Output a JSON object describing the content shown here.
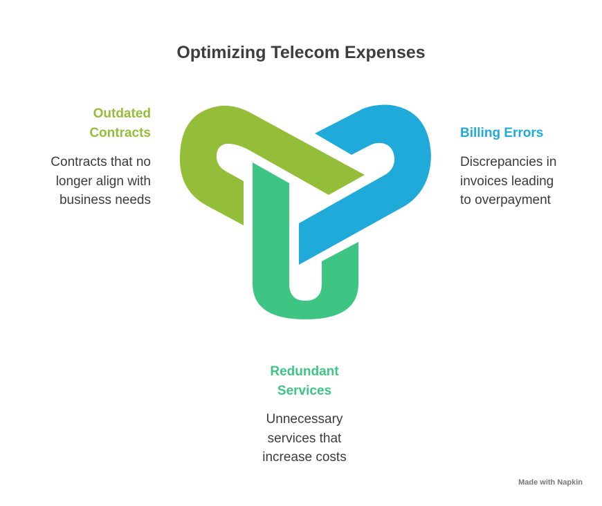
{
  "title": "Optimizing Telecom Expenses",
  "colors": {
    "outdated": "#94BD3A",
    "billing": "#1FAAD9",
    "redundant": "#3EC584"
  },
  "items": [
    {
      "heading_lines": [
        "Outdated",
        "Contracts"
      ],
      "description_lines": [
        "Contracts that no",
        "longer align with",
        "business needs"
      ]
    },
    {
      "heading_lines": [
        "Billing Errors"
      ],
      "description_lines": [
        "Discrepancies in",
        "invoices leading",
        "to overpayment"
      ]
    },
    {
      "heading_lines": [
        "Redundant",
        "Services"
      ],
      "description_lines": [
        "Unnecessary",
        "services that",
        "increase costs"
      ]
    }
  ],
  "footer": "Made with Napkin"
}
